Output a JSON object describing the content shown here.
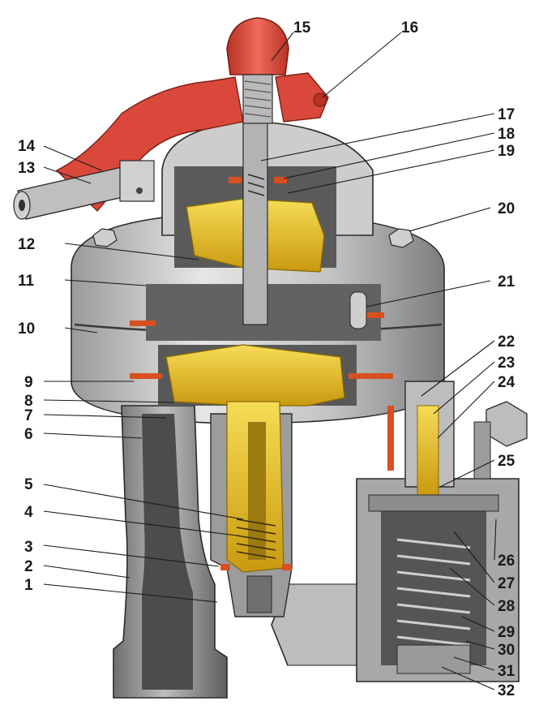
{
  "diagram": {
    "callouts": [
      {
        "id": "1",
        "text": "1"
      },
      {
        "id": "2",
        "text": "2"
      },
      {
        "id": "3",
        "text": "3"
      },
      {
        "id": "4",
        "text": "4"
      },
      {
        "id": "5",
        "text": "5"
      },
      {
        "id": "6",
        "text": "6"
      },
      {
        "id": "7",
        "text": "7"
      },
      {
        "id": "8",
        "text": "8"
      },
      {
        "id": "9",
        "text": "9"
      },
      {
        "id": "10",
        "text": "10"
      },
      {
        "id": "11",
        "text": "11"
      },
      {
        "id": "12",
        "text": "12"
      },
      {
        "id": "13",
        "text": "13"
      },
      {
        "id": "14",
        "text": "14"
      },
      {
        "id": "15",
        "text": "15"
      },
      {
        "id": "16",
        "text": "16"
      },
      {
        "id": "17",
        "text": "17"
      },
      {
        "id": "18",
        "text": "18"
      },
      {
        "id": "19",
        "text": "19"
      },
      {
        "id": "20",
        "text": "20"
      },
      {
        "id": "21",
        "text": "21"
      },
      {
        "id": "22",
        "text": "22"
      },
      {
        "id": "23",
        "text": "23"
      },
      {
        "id": "24",
        "text": "24"
      },
      {
        "id": "25",
        "text": "25"
      },
      {
        "id": "26",
        "text": "26"
      },
      {
        "id": "27",
        "text": "27"
      },
      {
        "id": "28",
        "text": "28"
      },
      {
        "id": "29",
        "text": "29"
      },
      {
        "id": "30",
        "text": "30"
      },
      {
        "id": "31",
        "text": "31"
      },
      {
        "id": "32",
        "text": "32"
      }
    ],
    "colors": {
      "body_light": "#d9d9d9",
      "body_mid": "#b4b4b4",
      "body_dark": "#8c8c8c",
      "cavity": "#5a5a5a",
      "brass": "#e8c020",
      "brass_dark": "#b8900a",
      "gasket": "#d8501f",
      "cap_red": "#d9483a",
      "outline": "#2a2a2a"
    }
  }
}
